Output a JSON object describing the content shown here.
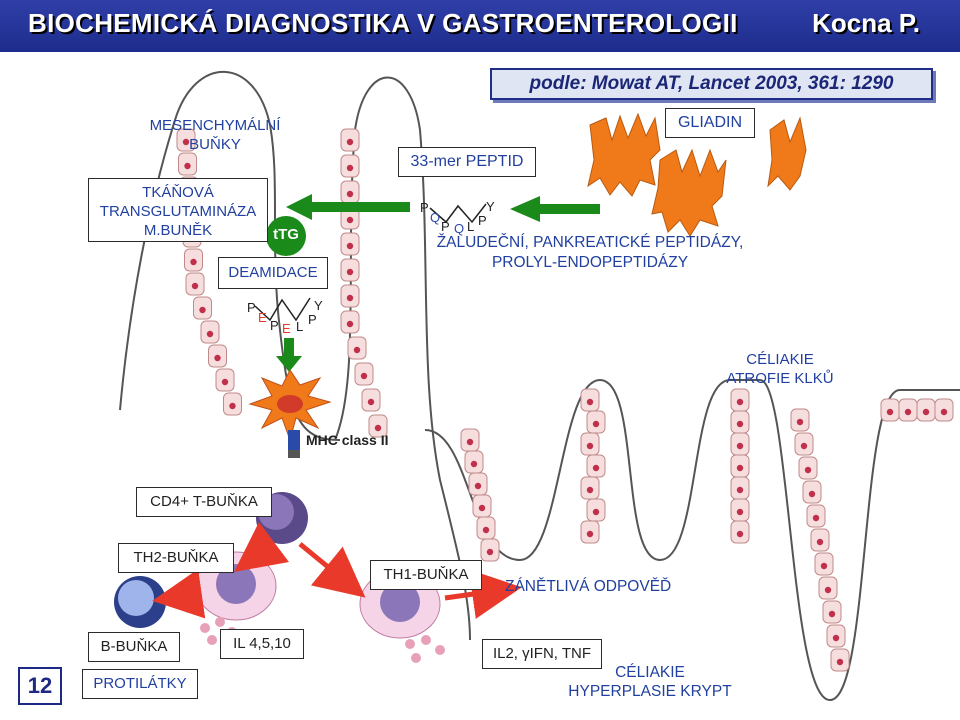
{
  "header": {
    "title": "BIOCHEMICKÁ DIAGNOSTIKA V GASTROENTEROLOGII",
    "author": "Kocna P."
  },
  "citation": "podle: Mowat AT, Lancet 2003, 361: 1290",
  "labels": {
    "mesenchymal": "MESENCHYMÁLNÍ BUŇKY",
    "transglutaminase": "TKÁŇOVÁ TRANSGLUTAMINÁZA M.BUNĚK",
    "ttg": "tTG",
    "deamidation": "DEAMIDACE",
    "peptide": "33-mer PEPTID",
    "gliadin": "GLIADIN",
    "peptidases": "ŽALUDEČNÍ, PANKREATICKÉ PEPTIDÁZY, PROLYL-ENDOPEPTIDÁZY",
    "atrophy": "CÉLIAKIE ATROFIE KLKŮ",
    "mhc": "MHC class II",
    "cd4": "CD4+ T-BUŇKA",
    "th2": "TH2-BUŇKA",
    "th1": "TH1-BUŇKA",
    "inflammatory": "ZÁNĚTLIVÁ ODPOVĚĎ",
    "bcell": "B-BUŇKA",
    "il": "IL 4,5,10",
    "cytokines": "IL2, γIFN, TNF",
    "antibodies": "PROTILÁTKY",
    "hyperplasia": "CÉLIAKIE HYPERPLASIE KRYPT"
  },
  "peptide_letters": {
    "native": [
      "P",
      "Q",
      "P",
      "Q",
      "L",
      "P",
      "Y"
    ],
    "deamidated": [
      "P",
      "E",
      "P",
      "E",
      "L",
      "P",
      "Y"
    ]
  },
  "slide_number": "12",
  "colors": {
    "header": "#24338f",
    "gliadin": "#f07a1a",
    "arrow_green": "#1a8a1a",
    "arrow_red": "#e8392a",
    "cell_pink": "#f6dede",
    "cell_nucleus": "#c0304a",
    "tcell_purple": "#8a76b8"
  }
}
